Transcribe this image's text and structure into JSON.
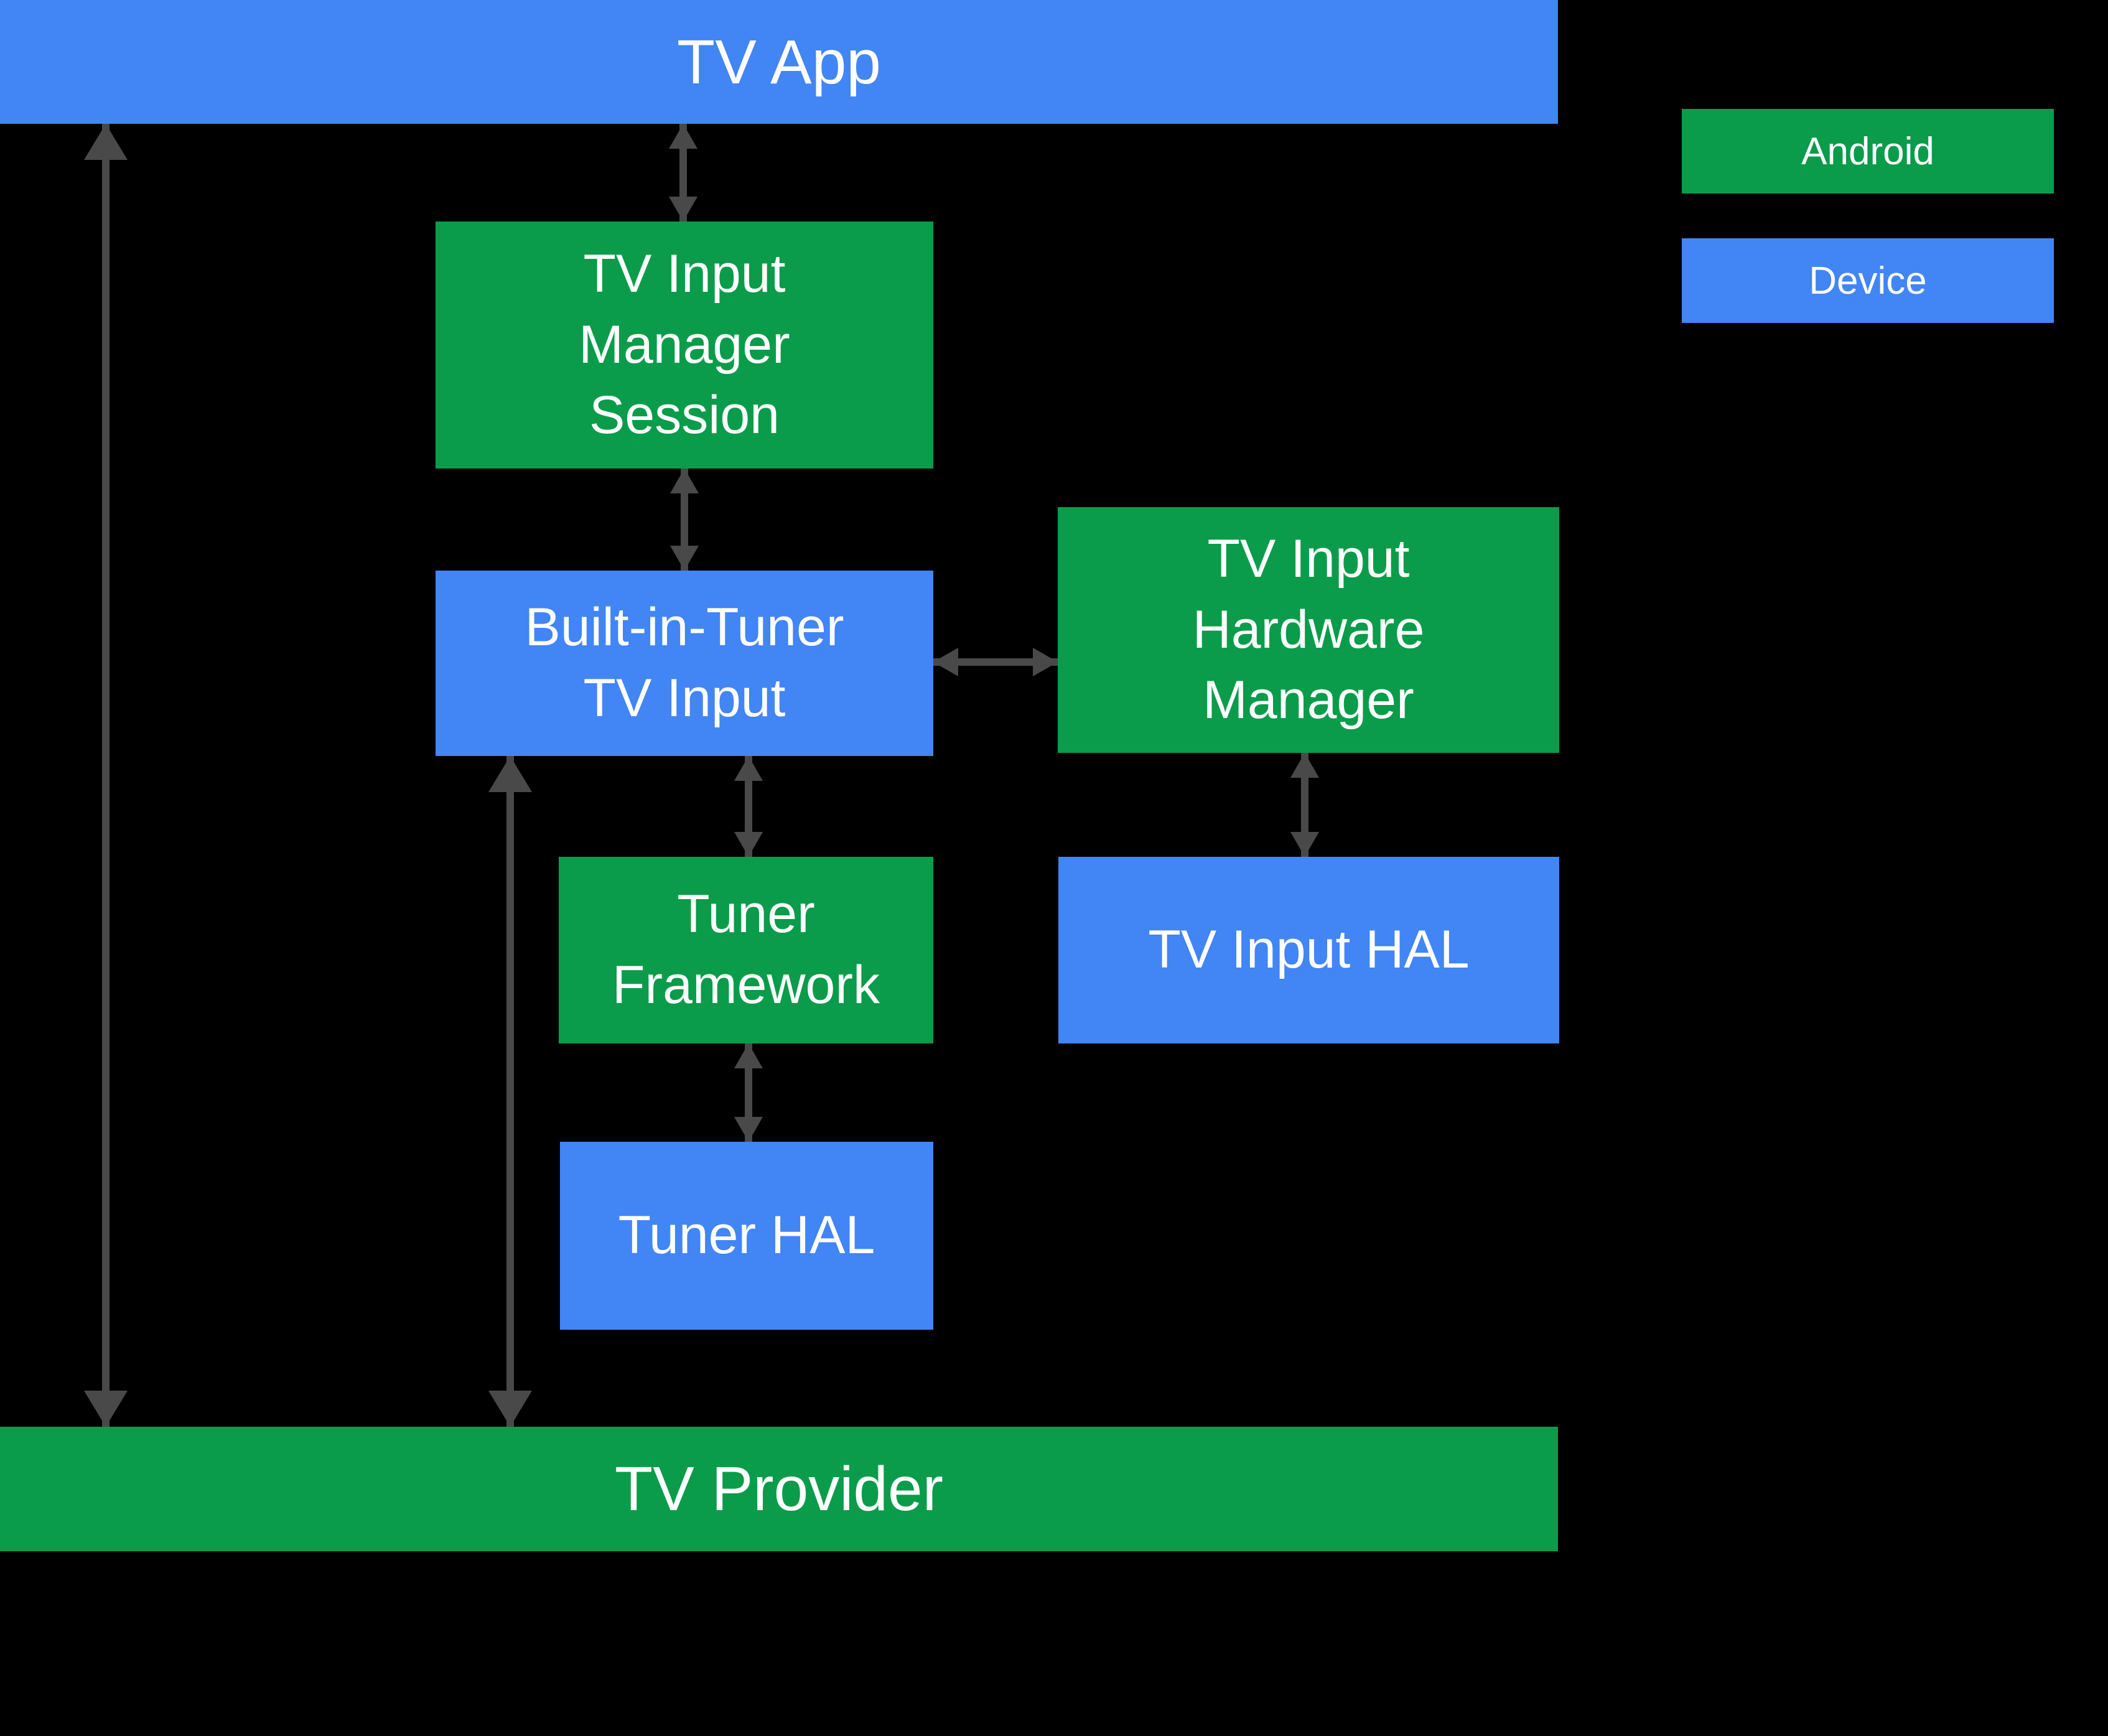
{
  "colors": {
    "android": "#0a9c4a",
    "device": "#4285f4",
    "arrow": "#494949",
    "background": "#000000",
    "text": "#ffffff"
  },
  "nodes": [
    {
      "id": "tv-app",
      "label": "TV App",
      "category": "device"
    },
    {
      "id": "tv-input-manager-session",
      "label": "TV Input\nManager\nSession",
      "category": "android"
    },
    {
      "id": "built-in-tuner-tv-input",
      "label": "Built-in-Tuner\nTV Input",
      "category": "device"
    },
    {
      "id": "tv-input-hardware-manager",
      "label": "TV Input\nHardware\nManager",
      "category": "android"
    },
    {
      "id": "tuner-framework",
      "label": "Tuner\nFramework",
      "category": "android"
    },
    {
      "id": "tv-input-hal",
      "label": "TV Input HAL",
      "category": "device"
    },
    {
      "id": "tuner-hal",
      "label": "Tuner HAL",
      "category": "device"
    },
    {
      "id": "tv-provider",
      "label": "TV Provider",
      "category": "android"
    }
  ],
  "legend": {
    "items": [
      {
        "label": "Android",
        "category": "android"
      },
      {
        "label": "Device",
        "category": "device"
      }
    ]
  },
  "connections": [
    {
      "from": "tv-app",
      "to": "tv-provider",
      "type": "bidirectional"
    },
    {
      "from": "tv-app",
      "to": "tv-input-manager-session",
      "type": "bidirectional"
    },
    {
      "from": "tv-input-manager-session",
      "to": "built-in-tuner-tv-input",
      "type": "bidirectional"
    },
    {
      "from": "built-in-tuner-tv-input",
      "to": "tv-input-hardware-manager",
      "type": "bidirectional"
    },
    {
      "from": "built-in-tuner-tv-input",
      "to": "tuner-framework",
      "type": "bidirectional"
    },
    {
      "from": "built-in-tuner-tv-input",
      "to": "tv-provider",
      "type": "bidirectional"
    },
    {
      "from": "tv-input-hardware-manager",
      "to": "tv-input-hal",
      "type": "bidirectional"
    },
    {
      "from": "tuner-framework",
      "to": "tuner-hal",
      "type": "bidirectional"
    }
  ]
}
